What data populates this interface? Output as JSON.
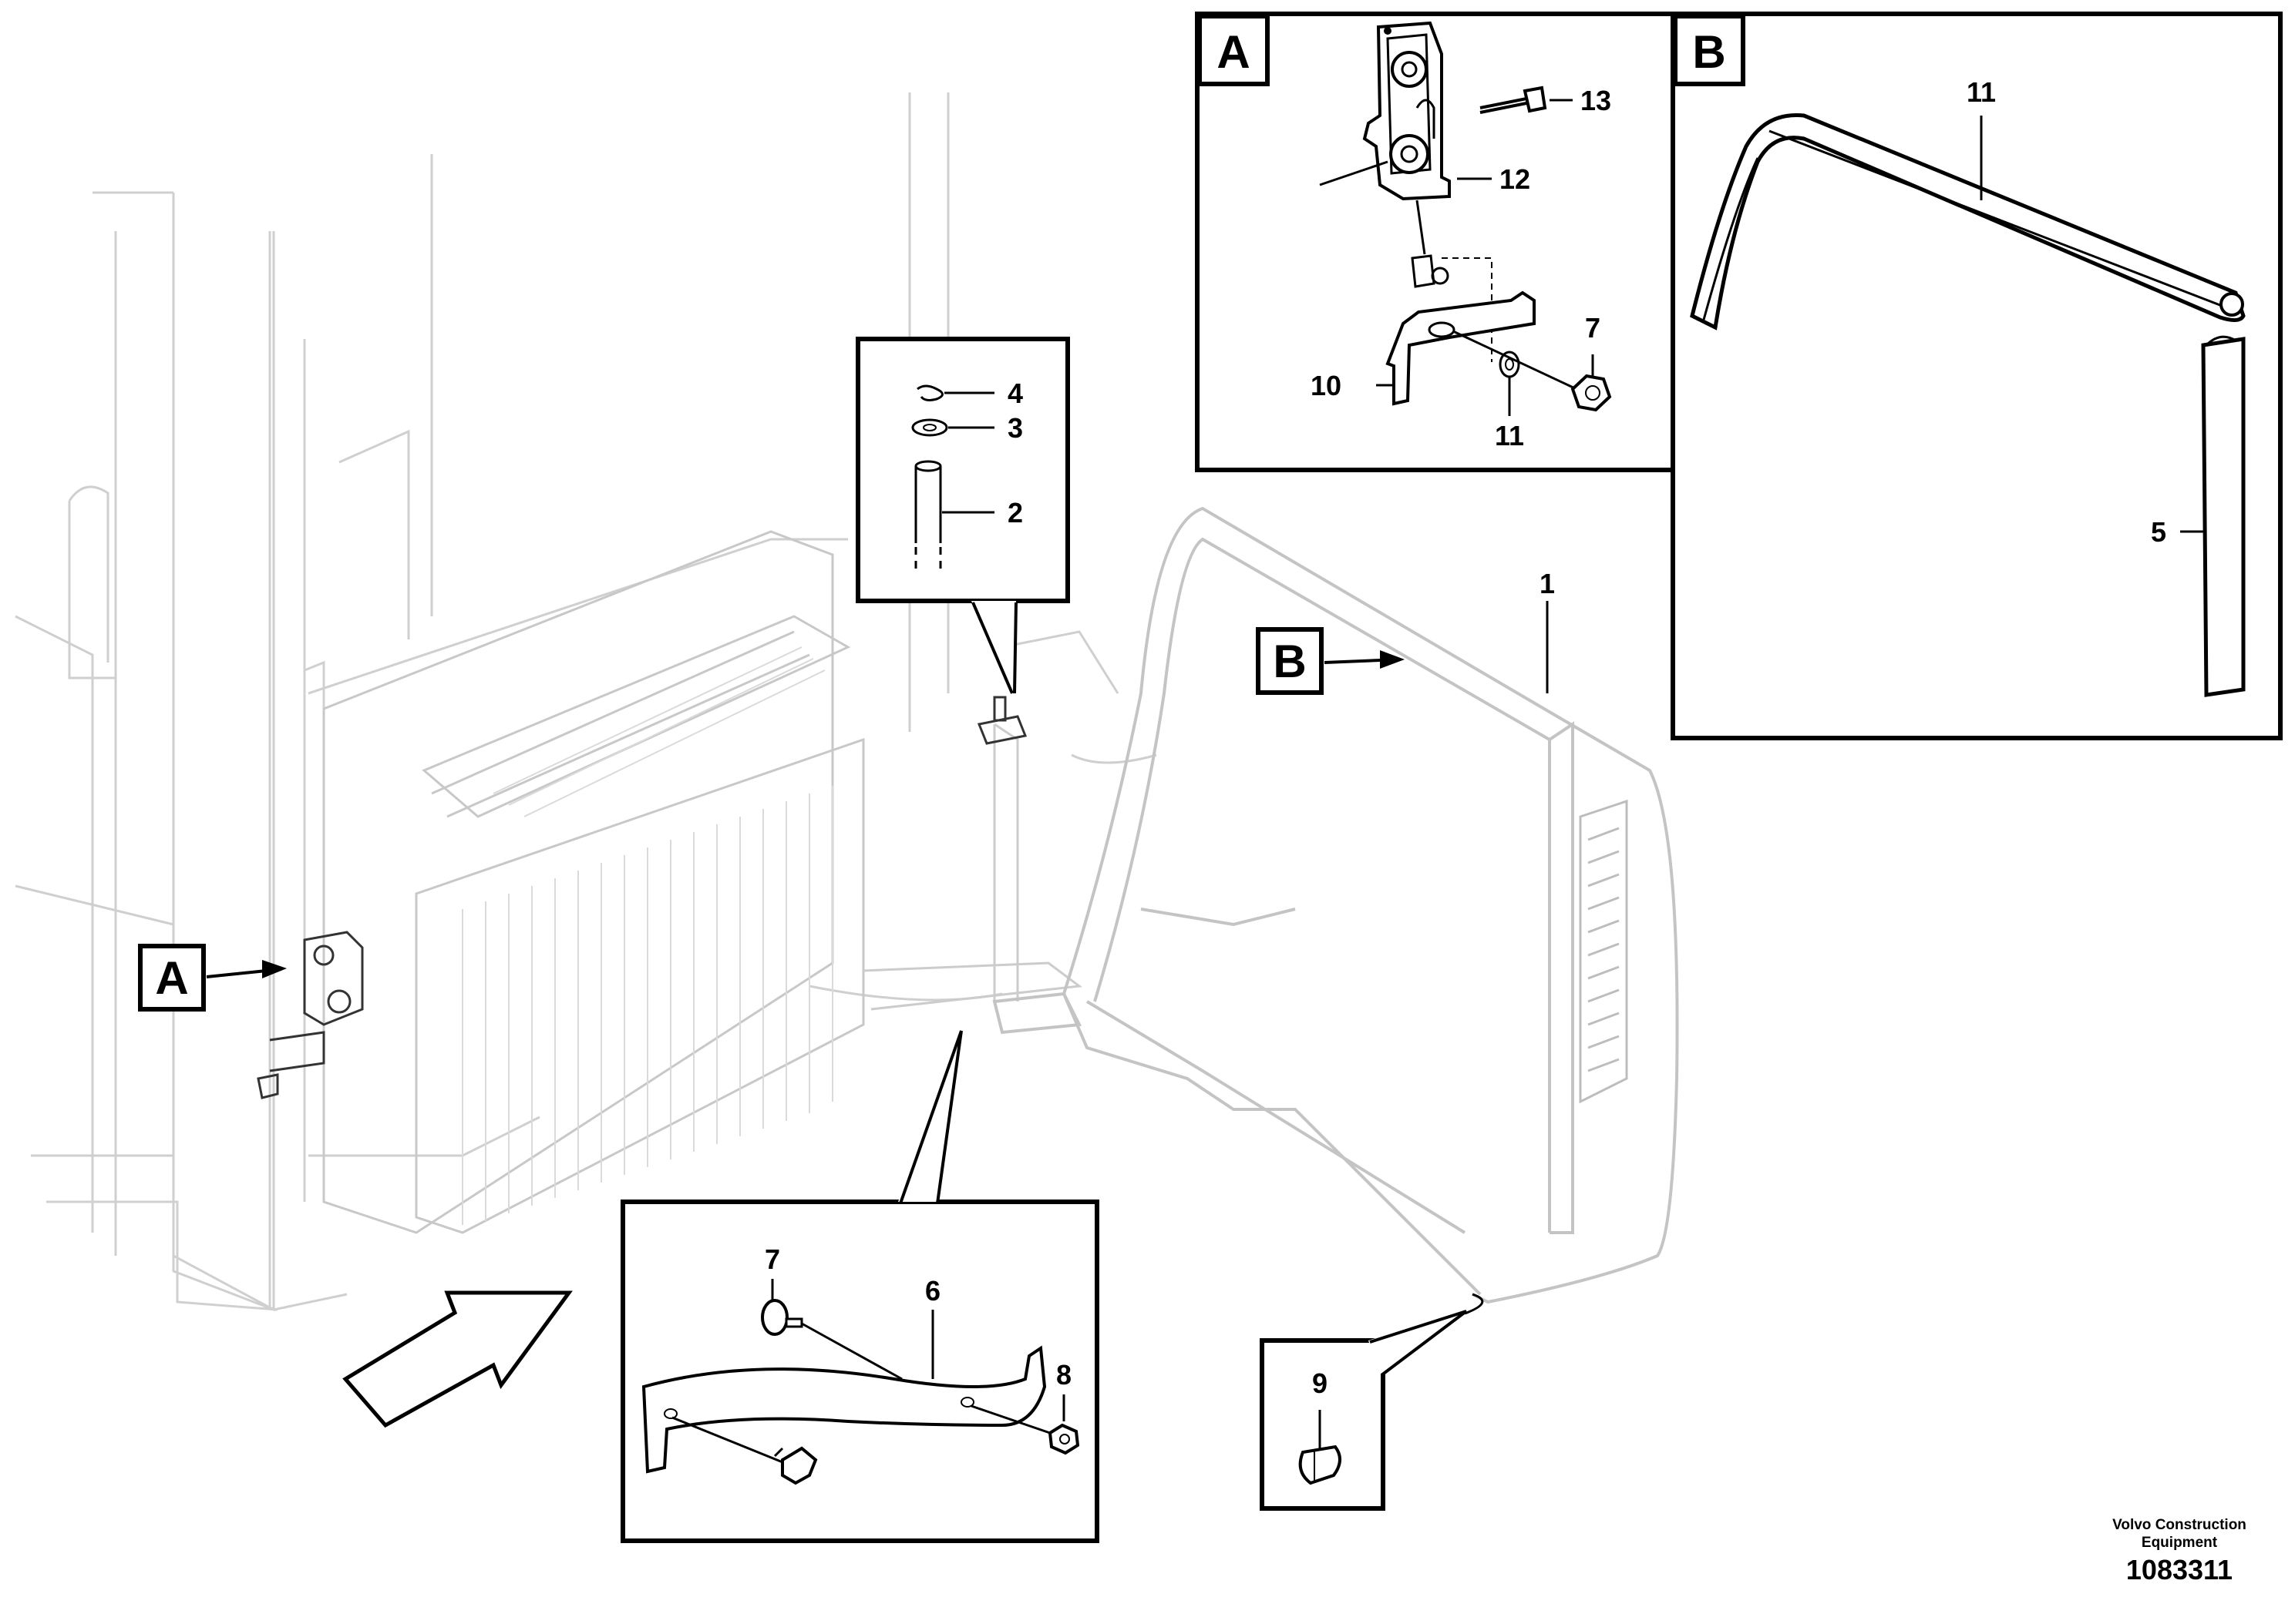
{
  "diagram": {
    "detail_tags": {
      "A": "A",
      "B": "B"
    },
    "callouts": {
      "c1": "1",
      "c2": "2",
      "c3": "3",
      "c4": "4",
      "c5": "5",
      "c6": "6",
      "c7a": "7",
      "c7b": "7",
      "c8": "8",
      "c9": "9",
      "c10": "10",
      "c11a": "11",
      "c11b": "11",
      "c12": "12",
      "c13": "13"
    },
    "footer": {
      "company_line1": "Volvo Construction",
      "company_line2": "Equipment",
      "document_number": "1083311"
    }
  }
}
